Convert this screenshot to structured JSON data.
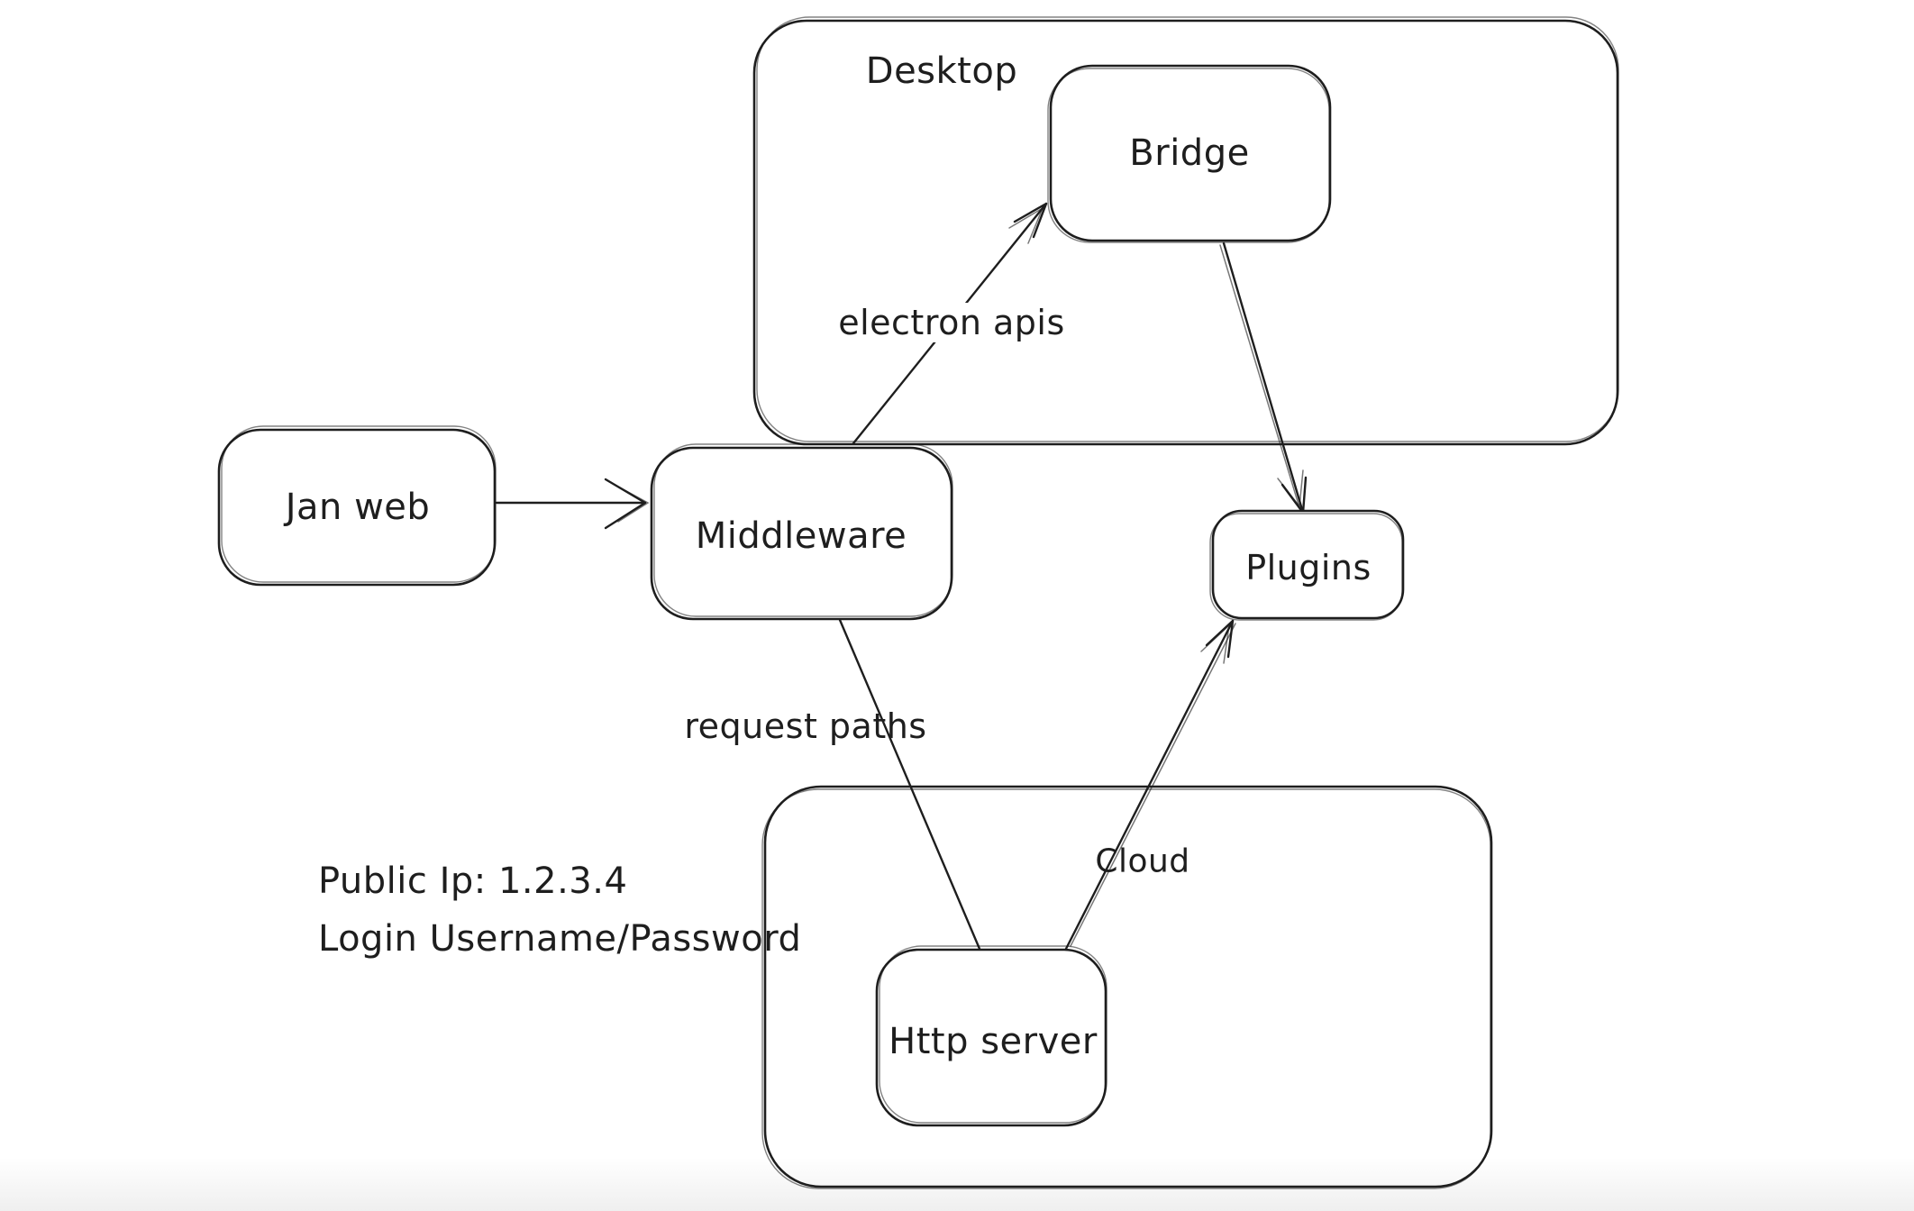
{
  "diagram": {
    "containers": {
      "desktop": {
        "label": "Desktop"
      },
      "cloud": {
        "label": "Cloud"
      }
    },
    "nodes": {
      "jan_web": {
        "label": "Jan web"
      },
      "middleware": {
        "label": "Middleware"
      },
      "bridge": {
        "label": "Bridge"
      },
      "plugins": {
        "label": "Plugins"
      },
      "http_server": {
        "label": "Http server"
      }
    },
    "edge_labels": {
      "electron_apis": "electron apis",
      "request_paths": "request paths"
    },
    "edges": [
      {
        "from": "Jan web",
        "to": "Middleware",
        "label": "",
        "arrow": true
      },
      {
        "from": "Middleware",
        "to": "Bridge",
        "label": "electron apis",
        "arrow": true
      },
      {
        "from": "Bridge",
        "to": "Plugins",
        "label": "",
        "arrow": true
      },
      {
        "from": "Middleware",
        "to": "Http server",
        "label": "request paths",
        "arrow": false
      },
      {
        "from": "Http server",
        "to": "Plugins",
        "label": "",
        "arrow": true
      }
    ],
    "note": {
      "line1": "Public Ip: 1.2.3.4",
      "line2": "Login Username/Password"
    },
    "colors": {
      "stroke": "#1e1e1e",
      "background": "#ffffff",
      "bottom_fade": "#ededed"
    }
  }
}
